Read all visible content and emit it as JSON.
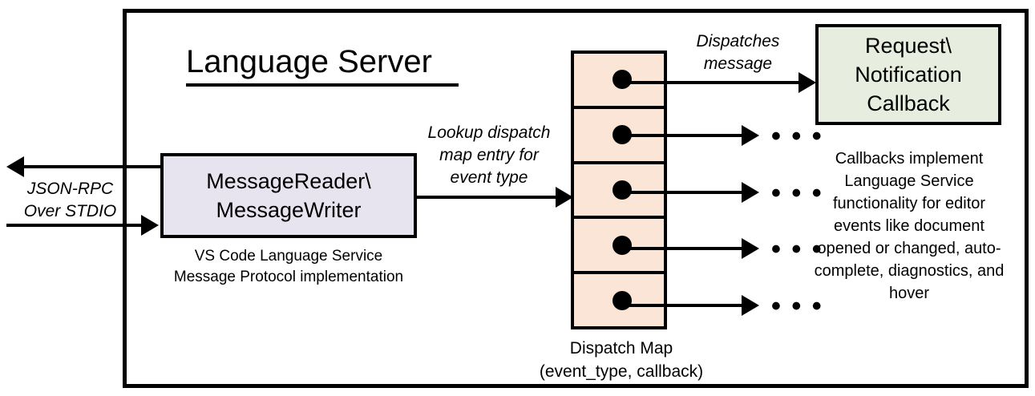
{
  "diagram": {
    "title": "Language Server",
    "nodes": {
      "message_rw": {
        "label_line1": "MessageReader\\",
        "label_line2": "MessageWriter",
        "caption_line1": "VS Code Language Service",
        "caption_line2": "Message Protocol implementation",
        "fill": "#E8E4EF"
      },
      "dispatch_map": {
        "caption_line1": "Dispatch Map",
        "caption_line2": "(event_type, callback)",
        "fill": "#FBE5D6",
        "row_count": 5,
        "rows": [
          {
            "dot": "callback-dot"
          },
          {
            "dot": "callback-dot"
          },
          {
            "dot": "callback-dot"
          },
          {
            "dot": "callback-dot"
          },
          {
            "dot": "callback-dot"
          }
        ]
      },
      "callback": {
        "label_line1": "Request\\",
        "label_line2": "Notification",
        "label_line3": "Callback",
        "caption": "Callbacks implement Language Service functionality for editor events like document opened or changed, auto-complete, diagnostics, and hover",
        "fill": "#E8EEDF"
      }
    },
    "edges": {
      "external_io": {
        "label_line1": "JSON-RPC",
        "label_line2": "Over STDIO"
      },
      "lookup": {
        "label_line1": "Lookup dispatch",
        "label_line2": "map entry for",
        "label_line3": "event type"
      },
      "dispatch": {
        "label_line1": "Dispatches",
        "label_line2": "message"
      },
      "continuation": {
        "ellipsis": "• • •",
        "count": 4
      }
    },
    "colors": {
      "stroke": "#000000",
      "background": "#FFFFFF",
      "lavender": "#E8E4EF",
      "peach": "#FBE5D6",
      "green": "#E8EEDF"
    }
  }
}
